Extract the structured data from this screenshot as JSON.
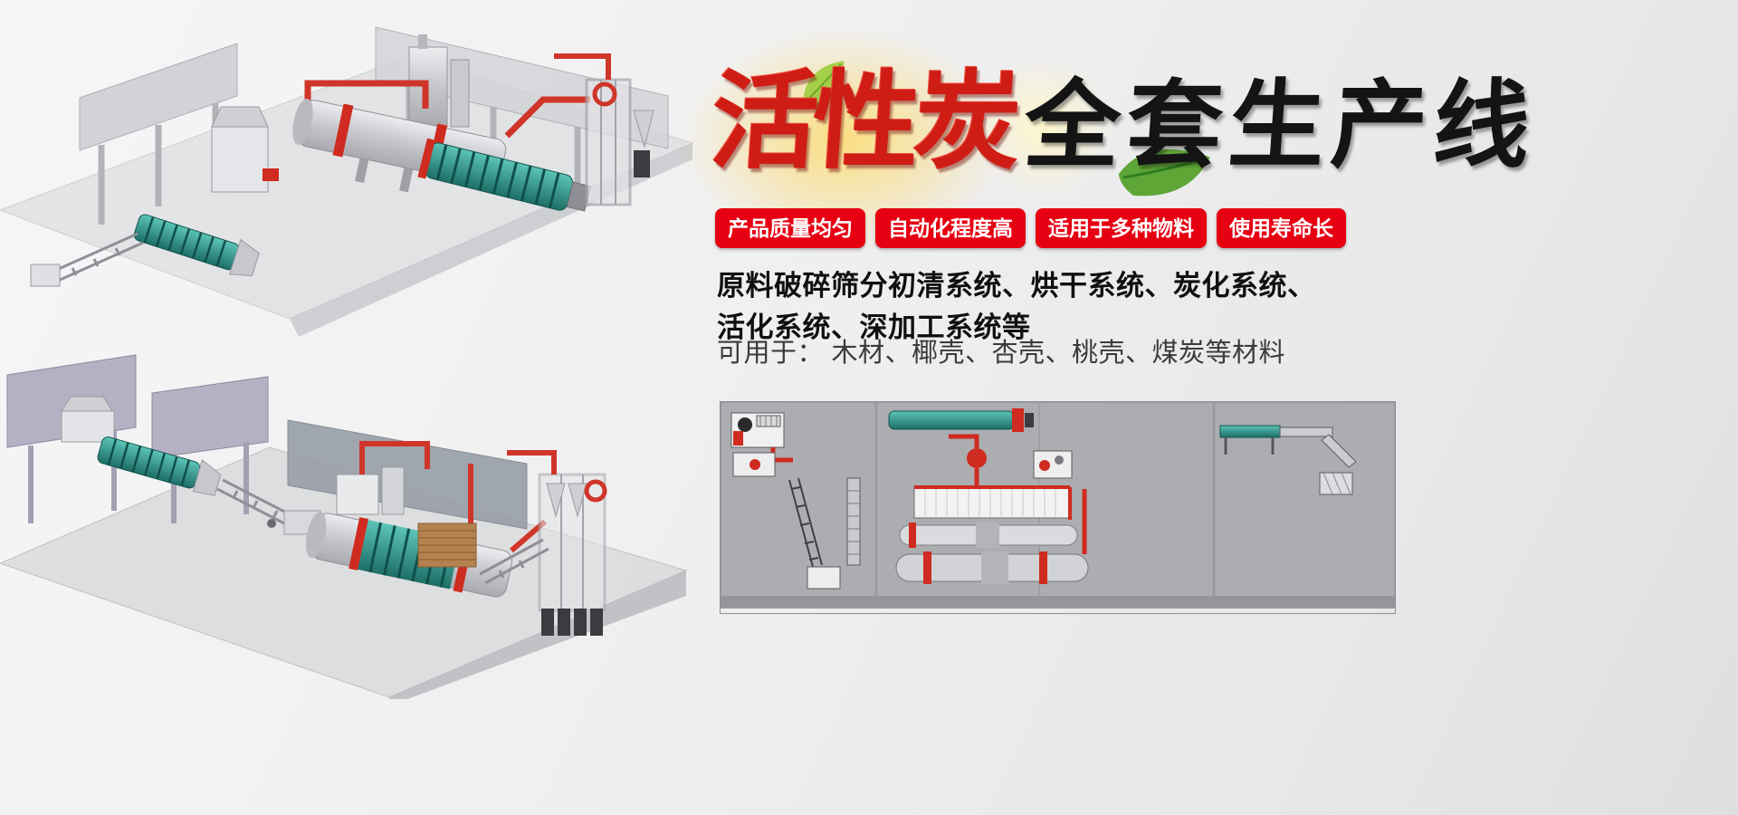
{
  "title": {
    "red": "活性炭",
    "black": "全套生产线"
  },
  "badges": [
    {
      "label": "产品质量均匀"
    },
    {
      "label": "自动化程度高"
    },
    {
      "label": "适用于多种物料"
    },
    {
      "label": "使用寿命长"
    }
  ],
  "description": {
    "line1": "原料破碎筛分初清系统、烘干系统、炭化系统、",
    "line2": "活化系统、深加工系统等",
    "usage": "可用于： 木材、椰壳、杏壳、桃壳、煤炭等材料"
  },
  "colors": {
    "badge_red": "#e60012",
    "title_red": "#cf1d15",
    "pipe_red": "#d0352a",
    "drum_teal": "#2f8f86",
    "diagram_bg": "#abadb0",
    "background": "#efeff0"
  },
  "illustrations": {
    "top_render": "activated-carbon-production-line-3d-view-1",
    "bottom_render": "activated-carbon-production-line-3d-view-2",
    "layout_diagram": "production-line-top-view-layout"
  }
}
